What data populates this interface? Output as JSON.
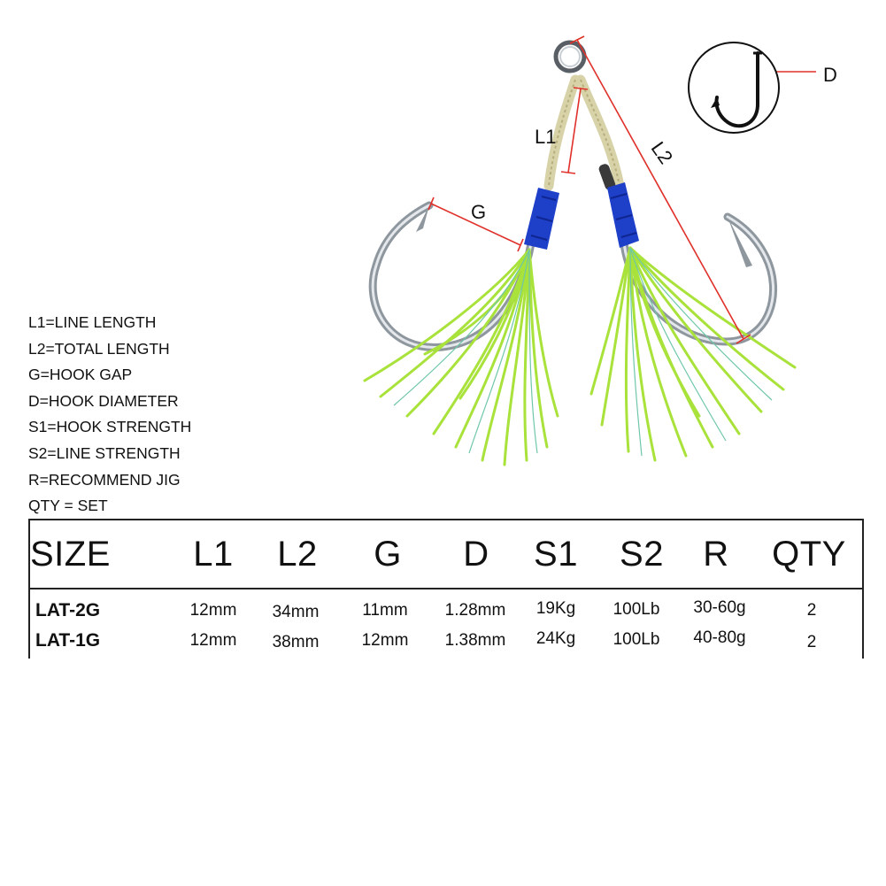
{
  "diagram_labels": {
    "l1": "L1",
    "l2": "L2",
    "g": "G",
    "d": "D"
  },
  "legend": [
    "L1=LINE LENGTH",
    "L2=TOTAL LENGTH",
    "G=HOOK GAP",
    "D=HOOK DIAMETER",
    "S1=HOOK STRENGTH",
    "S2=LINE STRENGTH",
    "R=RECOMMEND JIG",
    "QTY = SET"
  ],
  "table": {
    "headers": [
      "SIZE",
      "L1",
      "L2",
      "G",
      "D",
      "S1",
      "S2",
      "R",
      "QTY"
    ],
    "rows": [
      [
        "LAT-2G",
        "12mm",
        "34mm",
        "11mm",
        "1.28mm",
        "19Kg",
        "100Lb",
        "30-60g",
        "2"
      ],
      [
        "LAT-1G",
        "12mm",
        "38mm",
        "12mm",
        "1.38mm",
        "24Kg",
        "100Lb",
        "40-80g",
        "2"
      ]
    ]
  },
  "colors": {
    "dimension_line": "#e0302a",
    "wrap": "#1e3fc8",
    "skirt": "#b8f040",
    "hook": "#9aa2ab"
  }
}
